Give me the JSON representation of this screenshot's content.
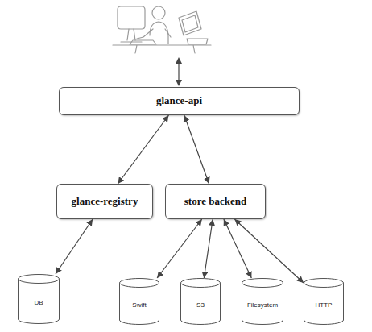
{
  "diagram": {
    "nodes": [
      {
        "text": [
          "glance-api"
        ]
      },
      {
        "text": [
          "glance-registry"
        ]
      },
      {
        "text": [
          "store backend"
        ]
      },
      {
        "text": [
          "DB"
        ]
      },
      {
        "text": [
          "Swift"
        ]
      },
      {
        "text": [
          "S3"
        ]
      },
      {
        "text": [
          "Filesystem"
        ]
      },
      {
        "text": [
          "HTTP"
        ]
      }
    ],
    "edges": [
      {
        "from": 0,
        "to": 1,
        "arrow": "both"
      },
      {
        "from": 0,
        "to": 2,
        "arrow": "both"
      },
      {
        "from": 1,
        "to": 3,
        "arrow": "both"
      },
      {
        "from": 2,
        "to": 4,
        "arrow": "both"
      },
      {
        "from": 2,
        "to": 5,
        "arrow": "both"
      },
      {
        "from": 2,
        "to": 6,
        "arrow": "both"
      },
      {
        "from": 2,
        "to": 7,
        "arrow": "both"
      }
    ]
  }
}
